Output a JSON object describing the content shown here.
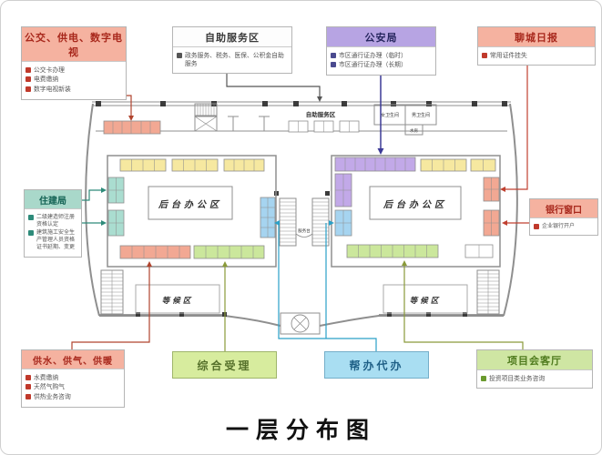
{
  "title": "一层分布图",
  "callouts": {
    "bus_power_tv": {
      "title": "公交、供电、数字电视",
      "items": [
        "公交卡办理",
        "电费缴纳",
        "数字电视新装"
      ]
    },
    "self_service": {
      "title": "自助服务区",
      "items": [
        "政务服务、税务、医保、公积金自助服务"
      ]
    },
    "police": {
      "title": "公安局",
      "items": [
        "市区通行证办理（临时）",
        "市区通行证办理（长期）"
      ]
    },
    "daily": {
      "title": "聊城日报",
      "items": [
        "常用证件挂失"
      ]
    },
    "housing": {
      "title": "住建局",
      "items": [
        "二级建造师注册资格认定",
        "建筑施工安全生产管理人员资格证书延期、变更"
      ]
    },
    "bank": {
      "title": "银行窗口",
      "items": [
        "企业银行开户"
      ]
    },
    "water_gas_heat": {
      "title": "供水、供气、供暖",
      "items": [
        "水费缴纳",
        "天然气购气",
        "供热业务咨询"
      ]
    },
    "general_acceptance": {
      "label": "综合受理"
    },
    "help_agency": {
      "label": "帮办代办"
    },
    "project_lounge": {
      "title": "项目会客厅",
      "items": [
        "投资项目类业务咨询"
      ]
    }
  },
  "plan": {
    "self_service_area": "自助服务区",
    "restroom_women": "女卫生间",
    "restroom_men": "男卫生间",
    "water_room": "水房",
    "back_office": "后台办公区",
    "service_desk": "服务台",
    "waiting_area": "等候区"
  },
  "colors": {
    "salmon_header": "#f5b2a0",
    "purple_header": "#b7a4e3",
    "teal_header": "#a9d8ca",
    "green_header": "#cfe6a3",
    "green_box": "#d7ec9e",
    "cyan_box": "#a9def2",
    "desk_yellow": "#f6e8a0",
    "desk_salmon": "#f2a893",
    "desk_teal": "#aaddd0",
    "desk_blue": "#a6d4f0",
    "desk_green": "#cbe79c",
    "desk_purple": "#c2a9e8",
    "line_red": "#c04030",
    "line_brown": "#b0442e",
    "line_teal": "#2e8b7a",
    "line_olive": "#8a9a3a",
    "line_cyan": "#2aa0c8",
    "line_purple": "#3c3a96"
  }
}
